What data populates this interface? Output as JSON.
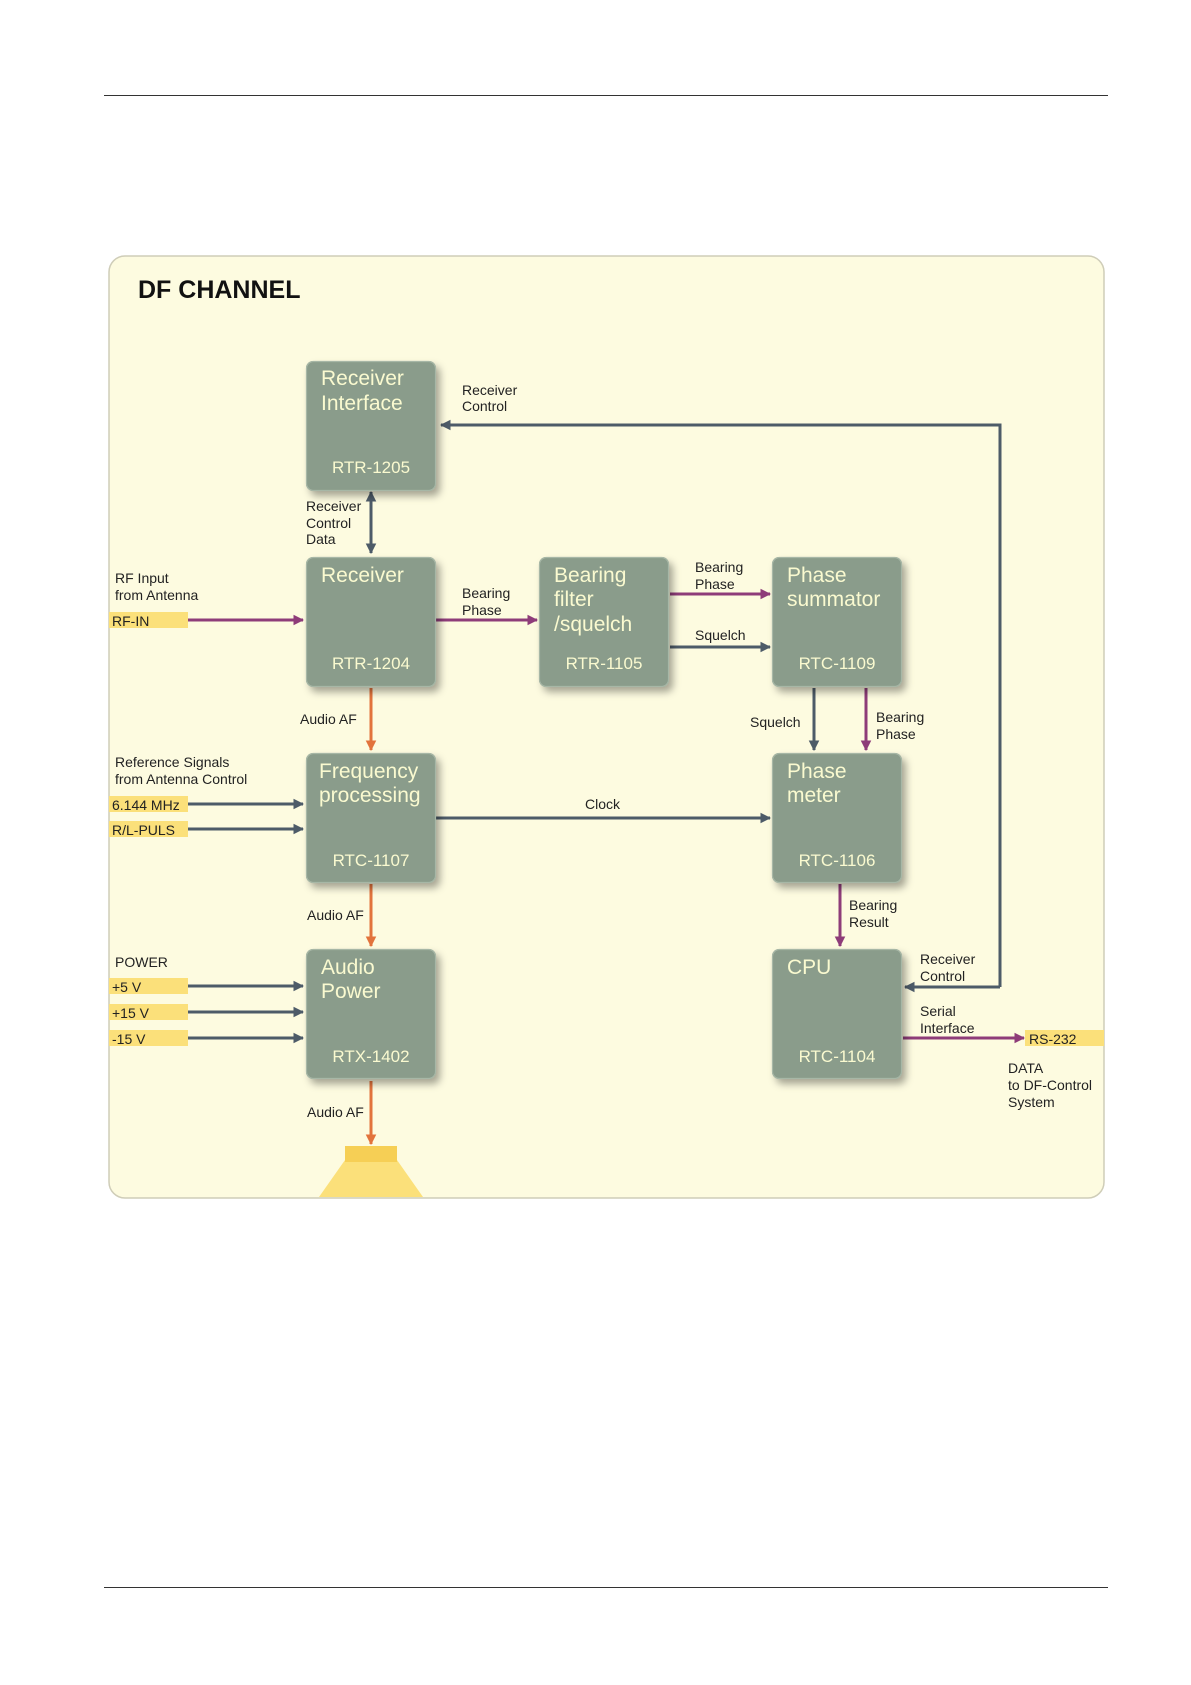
{
  "diagram": {
    "title": "DF CHANNEL",
    "blocks": {
      "receiver_interface": {
        "name": [
          "Receiver",
          "Interface"
        ],
        "code": "RTR-1205"
      },
      "receiver": {
        "name": [
          "Receiver"
        ],
        "code": "RTR-1204"
      },
      "bearing_filter": {
        "name": [
          "Bearing",
          "filter",
          "/squelch"
        ],
        "code": "RTR-1105"
      },
      "phase_summator": {
        "name": [
          "Phase",
          "summator"
        ],
        "code": "RTC-1109"
      },
      "frequency_processing": {
        "name": [
          "Frequency",
          "processing"
        ],
        "code": "RTC-1107"
      },
      "phase_meter": {
        "name": [
          "Phase",
          "meter"
        ],
        "code": "RTC-1106"
      },
      "audio_power": {
        "name": [
          "Audio",
          "Power"
        ],
        "code": "RTX-1402"
      },
      "cpu": {
        "name": [
          "CPU"
        ],
        "code": "RTC-1104"
      }
    },
    "signals": {
      "receiver_control_top": [
        "Receiver",
        "Control"
      ],
      "receiver_control_data": [
        "Receiver",
        "Control",
        "Data"
      ],
      "rf_input": [
        "RF Input",
        "from Antenna"
      ],
      "bearing_phase_rx": [
        "Bearing",
        "Phase"
      ],
      "bearing_phase_bf": [
        "Bearing",
        "Phase"
      ],
      "squelch_bf": "Squelch",
      "audio_af_1": "Audio AF",
      "squelch_ps": "Squelch",
      "bearing_phase_ps": [
        "Bearing",
        "Phase"
      ],
      "reference_signals": [
        "Reference Signals",
        "from Antenna Control"
      ],
      "clock": "Clock",
      "audio_af_2": "Audio AF",
      "bearing_result": [
        "Bearing",
        "Result"
      ],
      "power": "POWER",
      "receiver_control_cpu": [
        "Receiver",
        "Control"
      ],
      "serial_interface": [
        "Serial",
        "Interface"
      ],
      "data_out": [
        "DATA",
        "to DF-Control",
        "System"
      ],
      "audio_af_3": "Audio AF"
    },
    "tags": {
      "rf_in": "RF-IN",
      "ref_freq": "6.144 MHz",
      "rl_puls": "R/L-PULS",
      "p5v": "+5 V",
      "p15v": "+15 V",
      "m15v": "-15 V",
      "rs232": "RS-232"
    },
    "colors": {
      "panel": "#fdfbe0",
      "block": "#8a9c8b",
      "block_text": "#fafad0",
      "tag": "#fbe07a",
      "wire_gray": "#4d5b68",
      "wire_purple": "#8e3c79",
      "wire_orange": "#e2733c"
    }
  }
}
